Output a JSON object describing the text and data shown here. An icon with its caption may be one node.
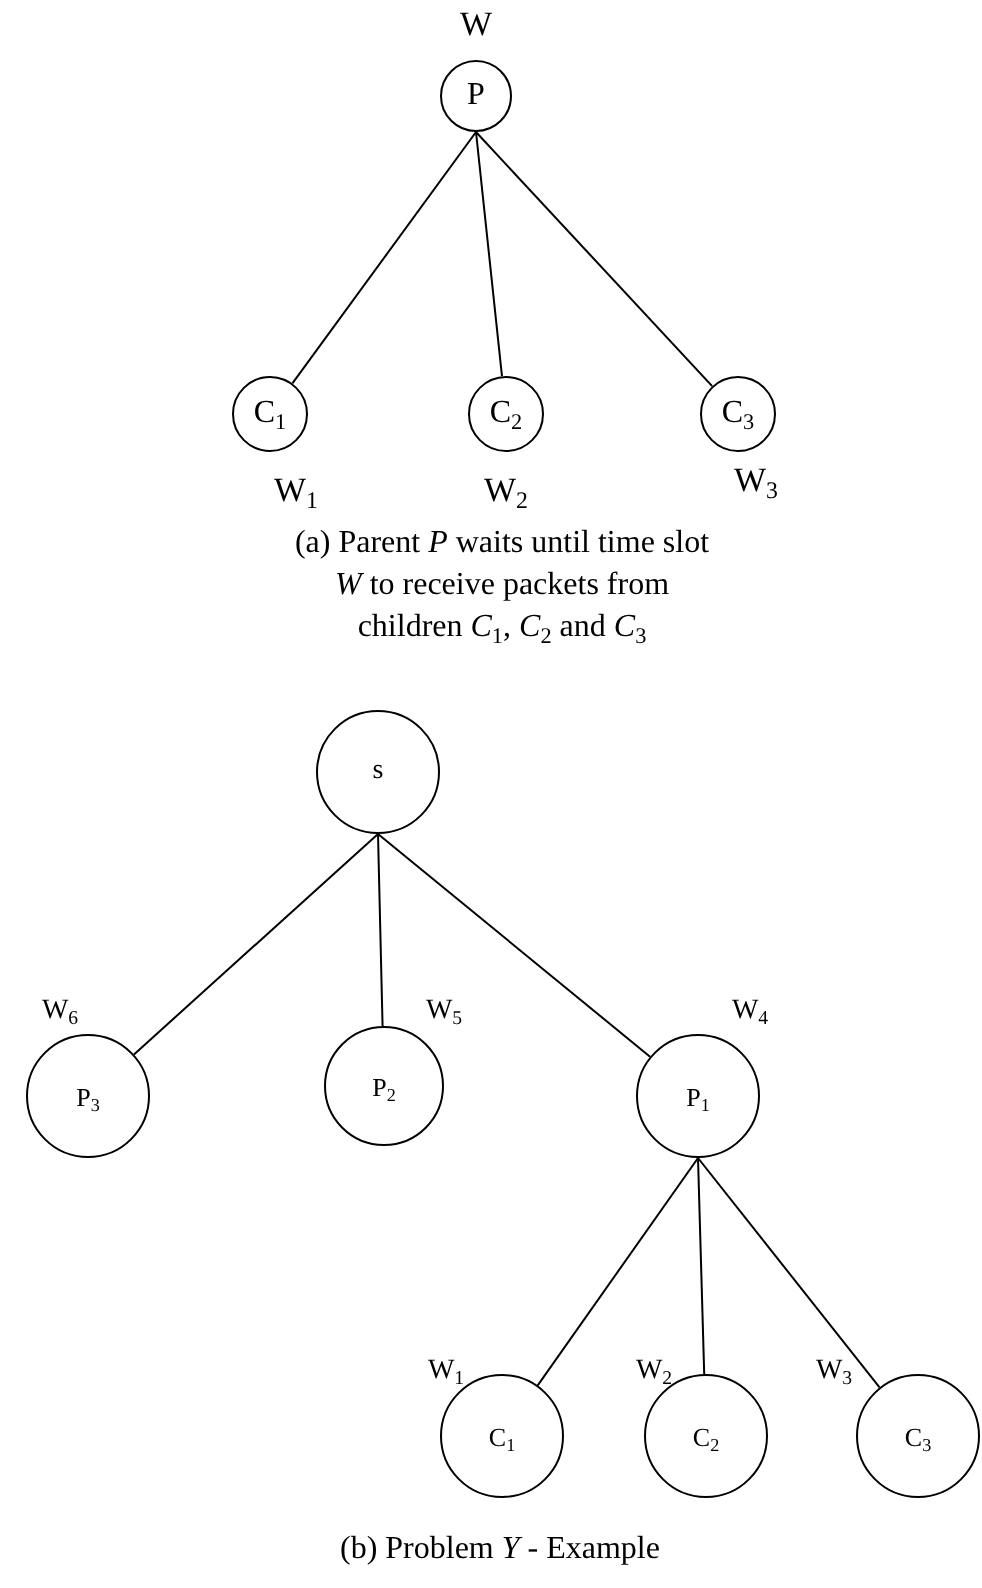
{
  "diagram": {
    "nodes": [
      {
        "text": [
          "P"
        ],
        "beside": [
          "W"
        ]
      },
      {
        "text": [
          "C$_{1}$"
        ],
        "beside": [
          "W$_{1}$"
        ]
      },
      {
        "text": [
          "C$_{2}$"
        ],
        "beside": [
          "W$_{2}$"
        ]
      },
      {
        "text": [
          "C$_{3}$"
        ],
        "beside": [
          "W$_{3}$"
        ]
      },
      {
        "text": [
          "s"
        ]
      },
      {
        "text": [
          "P$_{3}$"
        ],
        "beside": [
          "W$_{6}$"
        ]
      },
      {
        "text": [
          "P$_{2}$"
        ],
        "beside": [
          "W$_{5}$"
        ]
      },
      {
        "text": [
          "P$_{1}$"
        ],
        "beside": [
          "W$_{4}$"
        ]
      },
      {
        "text": [
          "C$_{1}$"
        ],
        "beside": [
          "W$_{1}$"
        ]
      },
      {
        "text": [
          "C$_{2}$"
        ],
        "beside": [
          "W$_{2}$"
        ]
      },
      {
        "text": [
          "C$_{3}$"
        ],
        "beside": [
          "W$_{3}$"
        ]
      }
    ],
    "edges": [
      {
        "from": 0,
        "to": 1,
        "arrow": "none"
      },
      {
        "from": 0,
        "to": 2,
        "arrow": "none"
      },
      {
        "from": 0,
        "to": 3,
        "arrow": "none"
      },
      {
        "from": 4,
        "to": 5,
        "arrow": "none"
      },
      {
        "from": 4,
        "to": 6,
        "arrow": "none"
      },
      {
        "from": 4,
        "to": 7,
        "arrow": "none"
      },
      {
        "from": 7,
        "to": 8,
        "arrow": "none"
      },
      {
        "from": 7,
        "to": 9,
        "arrow": "none"
      },
      {
        "from": 7,
        "to": 10,
        "arrow": "none"
      }
    ],
    "labels": [
      "(a) Parent *P* waits until time slot *W* to receive packets from children *C*$_{1}$, *C*$_{2}$ and *C*$_{3}$",
      "(b) Problem *Y* - Example"
    ]
  }
}
